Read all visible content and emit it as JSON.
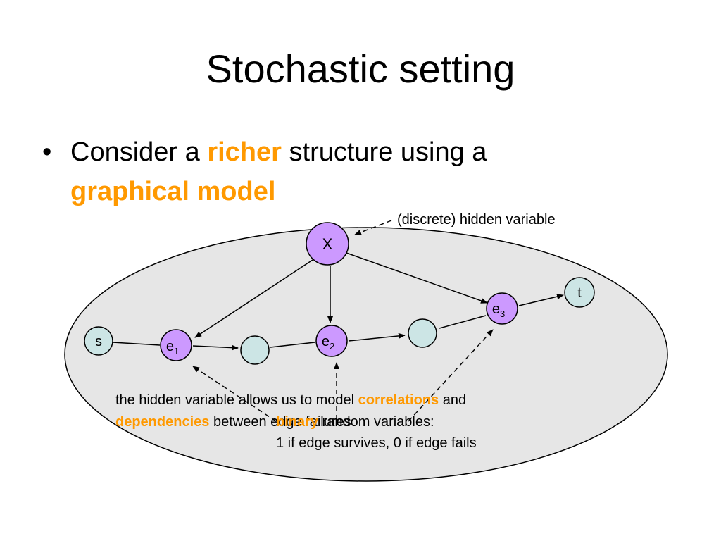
{
  "slide": {
    "title": "Stochastic setting",
    "bullet": {
      "symbol": "•",
      "text_before": "Consider a ",
      "highlight_1": "richer",
      "text_middle": " structure using a",
      "highlight_2": "graphical model"
    },
    "highlight_color": "#ff9900"
  },
  "diagram": {
    "nodes": {
      "x": {
        "label": "X",
        "sub": ""
      },
      "s": {
        "label": "s",
        "sub": ""
      },
      "e1": {
        "label": "e",
        "sub": "1"
      },
      "e2": {
        "label": "e",
        "sub": "2"
      },
      "e3": {
        "label": "e",
        "sub": "3"
      },
      "t": {
        "label": "t",
        "sub": ""
      },
      "blank1": {
        "label": "",
        "sub": ""
      },
      "blank2": {
        "label": "",
        "sub": ""
      }
    },
    "colors": {
      "hidden_node": "#cc99ff",
      "edge_node": "#cc99ff",
      "plain_node": "#cce5e5",
      "region_fill": "#e6e6e6"
    },
    "annotations": {
      "hidden_variable": "(discrete) hidden variable",
      "correlation_line1_a": "the hidden variable allows us to model ",
      "correlation_line1_b": "correlations",
      "correlation_line1_c": " and",
      "correlation_line2_a": "dependencies",
      "correlation_line2_b": " between edge failures",
      "binary_line1_a": "binary",
      "binary_line1_b": " random variables:",
      "binary_line2": "1 if edge survives, 0 if edge fails"
    }
  }
}
